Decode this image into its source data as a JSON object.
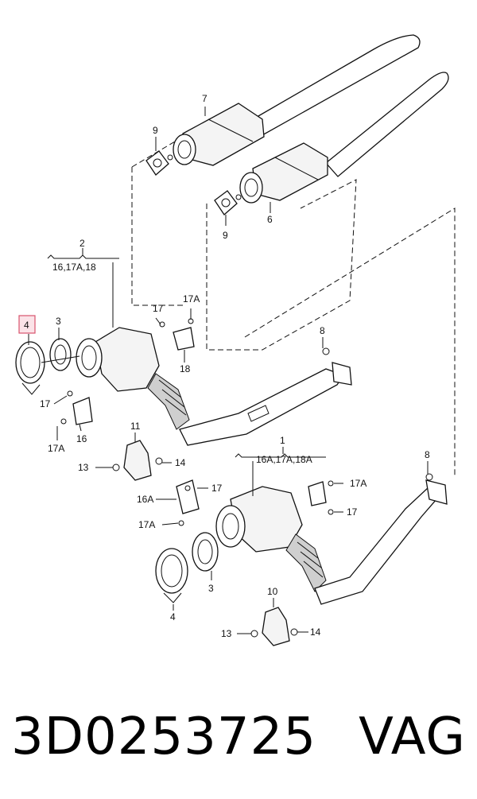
{
  "diagram": {
    "highlight_color": "#d9536d",
    "callouts": {
      "c1": "1",
      "c2": "2",
      "c3a": "3",
      "c3b": "3",
      "c4a": "4",
      "c4b": "4",
      "c6": "6",
      "c7": "7",
      "c8a": "8",
      "c8b": "8",
      "c9a": "9",
      "c9b": "9",
      "c10": "10",
      "c11": "11",
      "c13a": "13",
      "c13b": "13",
      "c14a": "14",
      "c14b": "14",
      "c16": "16",
      "c16a": "16A",
      "c17a": "17",
      "c17b": "17",
      "c17c": "17",
      "c17d": "17",
      "c17Aa": "17A",
      "c17Ab": "17A",
      "c17Ac": "17A",
      "c17Ad": "17A",
      "c18": "18",
      "group2": "16,17A,18",
      "group1": "16A,17A,18A"
    }
  },
  "footer": {
    "part_number": "3D0253725",
    "brand": "VAG"
  }
}
